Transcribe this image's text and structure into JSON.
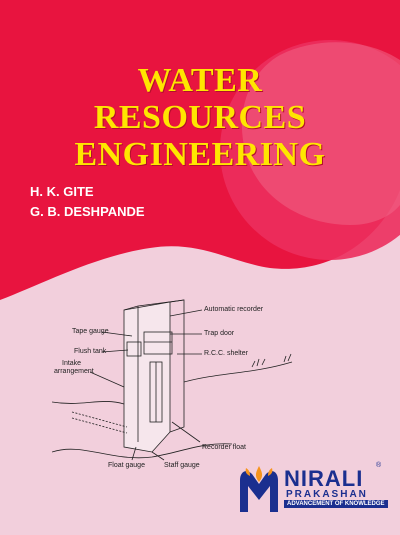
{
  "book": {
    "title_lines": [
      "WATER",
      "RESOURCES",
      "ENGINEERING"
    ],
    "authors": [
      "H. K. GITE",
      "G. B. DESHPANDE"
    ]
  },
  "diagram": {
    "labels": {
      "automatic_recorder": "Automatic recorder",
      "tape_gauge": "Tape gauge",
      "trap_door": "Trap door",
      "flush_tank": "Flush tank",
      "rcc_shelter": "R.C.C. shelter",
      "intake_arrangement_1": "Intake",
      "intake_arrangement_2": "arrangement",
      "recorder_float": "Recorder float",
      "float_gauge": "Float gauge",
      "staff_gauge": "Staff gauge"
    }
  },
  "publisher": {
    "name": "NIRALI",
    "sub": "PRAKASHAN",
    "tagline": "ADVANCEMENT OF KNOWLEDGE",
    "registered": "®"
  },
  "colors": {
    "red": "#e8143f",
    "pink": "#f2cfdc",
    "title_yellow": "#ffe600",
    "publisher_blue": "#1b2f8f"
  }
}
